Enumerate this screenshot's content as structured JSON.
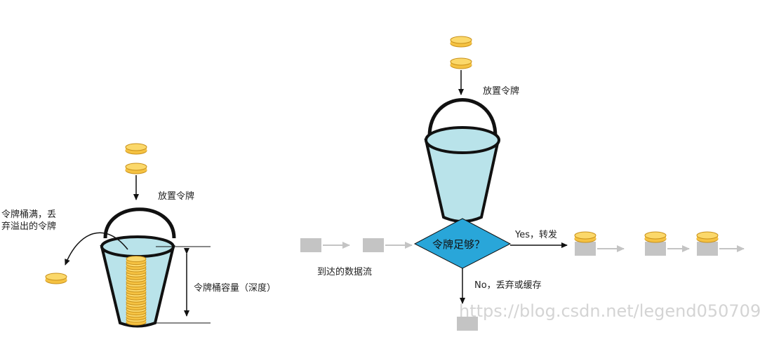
{
  "left_panel": {
    "place_token_label": "放置令牌",
    "overflow_label_line1": "令牌桶满，丢",
    "overflow_label_line2": "弃溢出的令牌",
    "capacity_label": "令牌桶容量（深度）"
  },
  "right_panel": {
    "place_token_label": "放置令牌",
    "decision_label": "令牌足够？",
    "yes_label": "Yes，转发",
    "no_label": "No，丢弃或缓存",
    "arriving_stream_label": "到达的数据流"
  },
  "watermark": "https://blog.csdn.net/legend050709",
  "colors": {
    "token_fill": "#f5c242",
    "token_stroke": "#c8901a",
    "bucket_water": "#b9e3ea",
    "diamond_fill": "#29a6d9",
    "packet_gray": "#c4c4c4",
    "arrow_gray": "#c4c4c4"
  }
}
